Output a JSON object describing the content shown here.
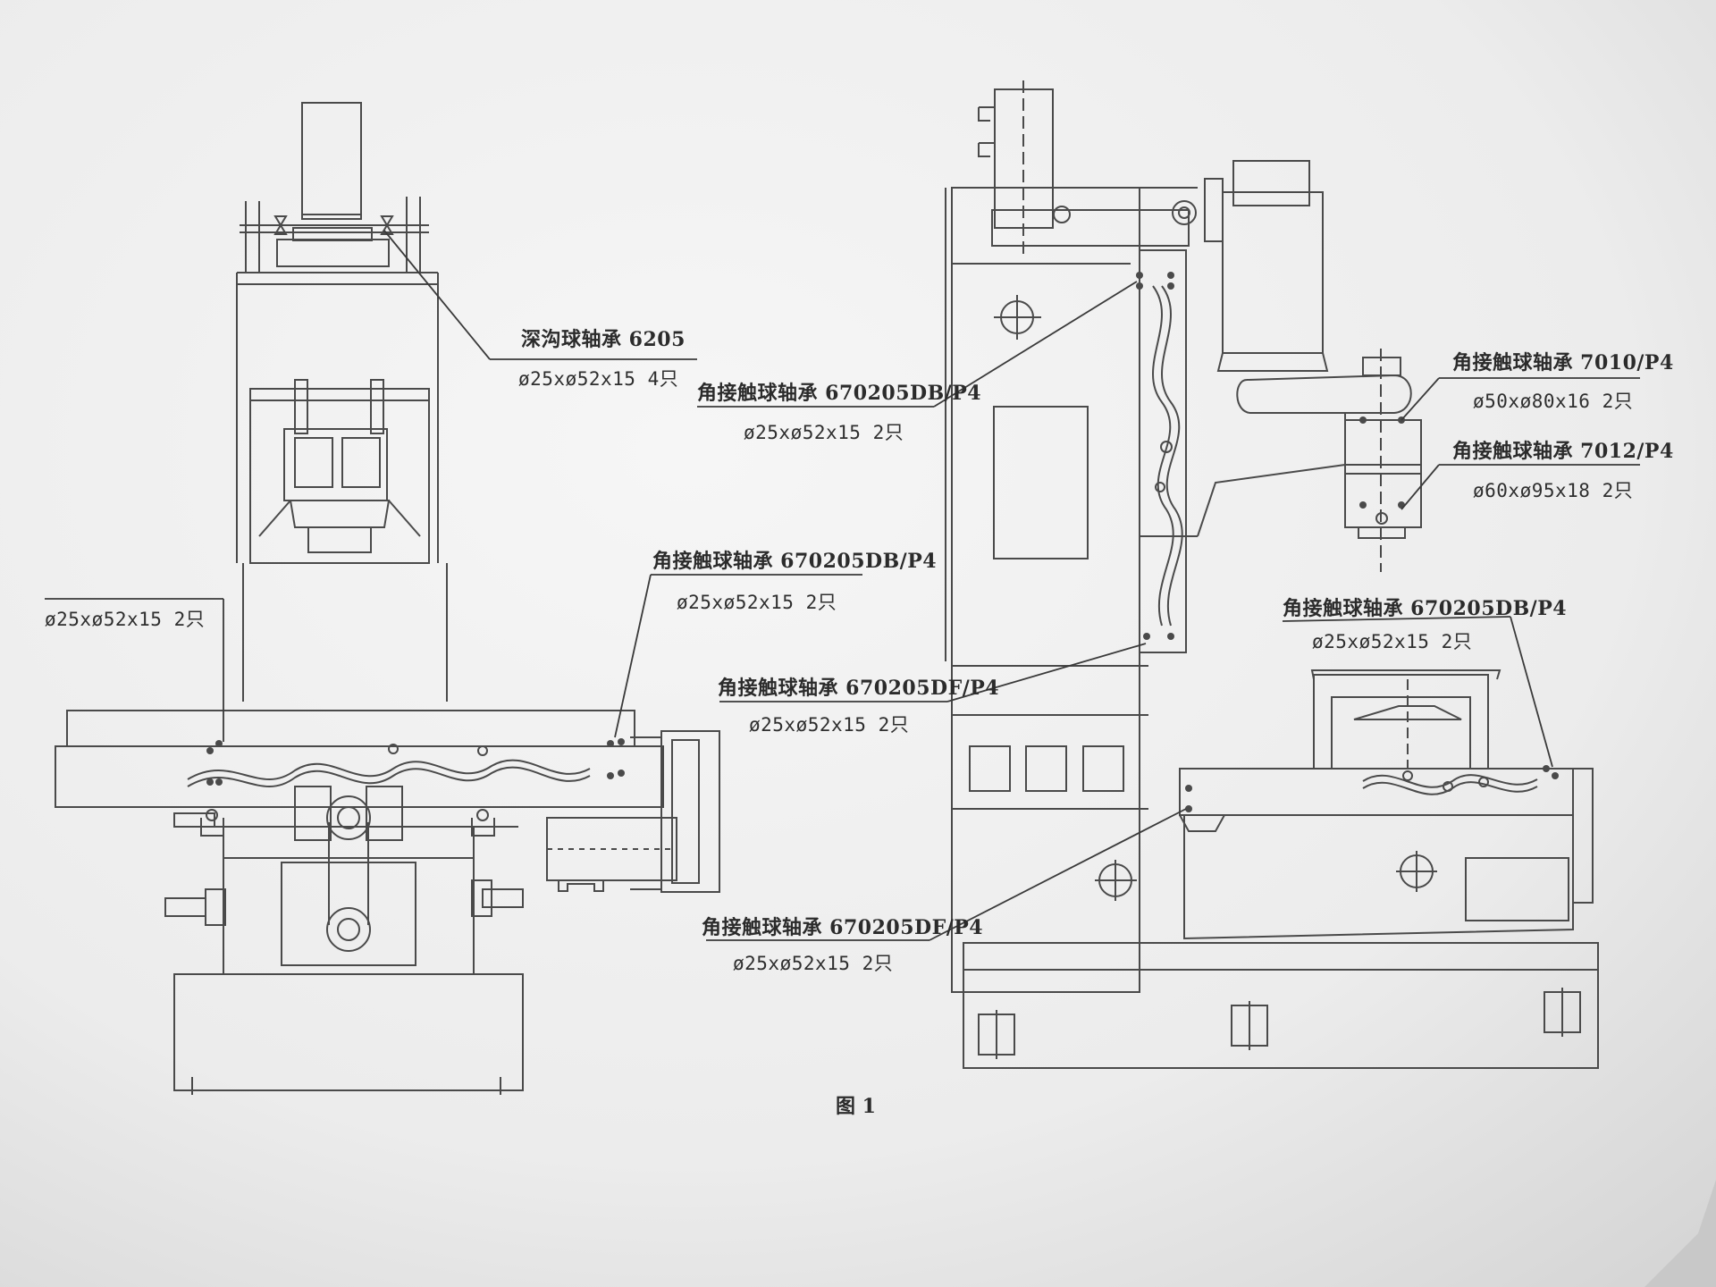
{
  "labels": {
    "deep_groove_left": {
      "name": "深沟球轴承  6205",
      "spec": "ø25xø52x15  4只"
    },
    "angular_left_top": {
      "name": "角接触球轴承  670205DB/P4",
      "spec": "ø25xø52x15  2只"
    },
    "angular_left_mid": {
      "name": "角接触球轴承  670205DB/P4",
      "spec": "ø25xø52x15  2只"
    },
    "left_end_spec": {
      "spec": "ø25xø52x15  2只"
    },
    "angular_mid_df1": {
      "name": "角接触球轴承  670205DF/P4",
      "spec": "ø25xø52x15  2只"
    },
    "angular_mid_df2": {
      "name": "角接触球轴承  670205DF/P4",
      "spec": "ø25xø52x15  2只"
    },
    "angular_7010": {
      "name": "角接触球轴承  7010/P4",
      "spec": "ø50xø80x16  2只"
    },
    "angular_7012": {
      "name": "角接触球轴承  7012/P4",
      "spec": "ø60xø95x18  2只"
    },
    "angular_right_db": {
      "name": "角接触球轴承  670205DB/P4",
      "spec": "ø25xø52x15  2只"
    }
  },
  "caption": "图 1",
  "colors": {
    "paper": "#f2f2f2",
    "ink": "#4a4a4a"
  }
}
